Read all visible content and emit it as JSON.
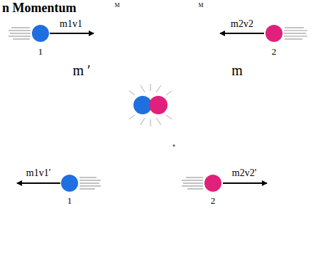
{
  "diagram": {
    "title": "n Momentum",
    "labels": [
      "M",
      "M",
      "m1v1",
      "1",
      "m2v2",
      "2",
      "m ′",
      "m",
      "m1v1'",
      "1",
      "m2v2'",
      "2"
    ]
  }
}
